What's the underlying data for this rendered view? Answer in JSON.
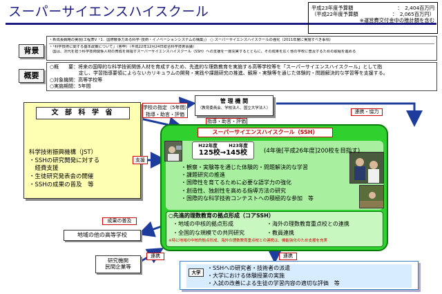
{
  "header": {
    "title": "スーパーサイエンスハイスクール",
    "budget": {
      "line1_label": "平成23年度予算額",
      "line1_value": "：　2,404百万円",
      "line2_label": "（平成22年度予算額",
      "line2_value": "：　2,065百万円）",
      "note": "※運営費交付金中の推計額を含む"
    }
  },
  "background": {
    "tag": "背景",
    "line1": "・新成長戦略の実現(工程表Ⅴ「1．国際競争力ある科学･技術・イノベーションシステムの構築」)　○ スーパーサイエンスハイスクールの強化（2011年度に実施すべき事項）",
    "line2": "・「科学技術に関する基本政策について」（答申）（平成22年12月24日総合科学技術会議）",
    "line3": "　国は、次代を担う科学技術関係人材の育成を目指すスーパーサイエンスハイスクール（SSH）への支援を一層充実するとともに、その成果を広く他の学校に普及するための取組を進める"
  },
  "overview": {
    "tag": "概要",
    "line1": "○概　　要：将来の国際的な科学技術関係人材を育成するため、先進的な理数教育を実施する高等学校等を「スーパーサイエンスハイスクール」として指",
    "line2": "　　　　　　定し、学習指導要領によらないカリキュラムの開発・実践や課題研究の推進、観察・実験等を通じた体験的・問題解決的な学習等を支援する。",
    "line3": "○対象機関：高等学校等",
    "line4": "○実施期間：5年間"
  },
  "mext": {
    "title": "文 部 科 学 省",
    "jst": "科学技術振興機構（JST）",
    "items": [
      "・SSHの研究開発に対する",
      "　経費支援",
      "・生徒研究発表会の開催",
      "・SSHの成果の普及　等"
    ]
  },
  "labels": {
    "designation1": "学校の指定（5年間）",
    "designation2": "指導・助言・評価",
    "support": "支援",
    "guidance": "指導・助言・評価",
    "cooperation": "連携・協力",
    "spread": "成果の普及",
    "renkei_left": "連携",
    "renkei_bottom": "連携"
  },
  "kanri": {
    "title": "管 理 機 関",
    "subtitle": "（教育委員会、学校法人、国立大学法人）"
  },
  "ssh": {
    "title": "スーパーサイエンスハイスクール（SSH）",
    "year_h22": "H22年度",
    "year_h23": "H23年度",
    "count": "125校→145校",
    "target": "(4年後[平成26年度]200校を目指す)",
    "features": [
      "・観察・実験等を通じた体験的・問題解決的な学習",
      "・課題研究の推進",
      "・国際性を育てるために必要な語学力の強化",
      "・創造性、独創性を高める指導方法の研究",
      "・国際的な科学技術コンテストへの積極的な参加　等"
    ],
    "core_title": "○先進的理数教育の拠点形成（コアSSH）",
    "core_items": [
      "・地域の中核的拠点形成",
      "・海外の理数教育重点校との連携",
      "・全国的な規模での共同研究",
      "・教員連携"
    ],
    "core_note": "※特に地域の中核的拠点形成、海外の理数教育重点校との連携は、機能強化のため支援を充実"
  },
  "local_school": "地域の他の高等学校",
  "research": {
    "line1": "研究機関",
    "line2": "民間企業等"
  },
  "university": {
    "tag": "大学",
    "items": [
      "・SSHへの研究者・技術者の派遣",
      "・大学における体験授業の実施",
      "・入試の改善による生徒の学習内容の適切な評価　等"
    ]
  },
  "colors": {
    "title_blue": "#1a1a80",
    "mext_yellow": "#ffffb4",
    "ssh_green": "#2fd12f",
    "label_red": "#c00000",
    "univ_blue": "#d8ecff"
  }
}
